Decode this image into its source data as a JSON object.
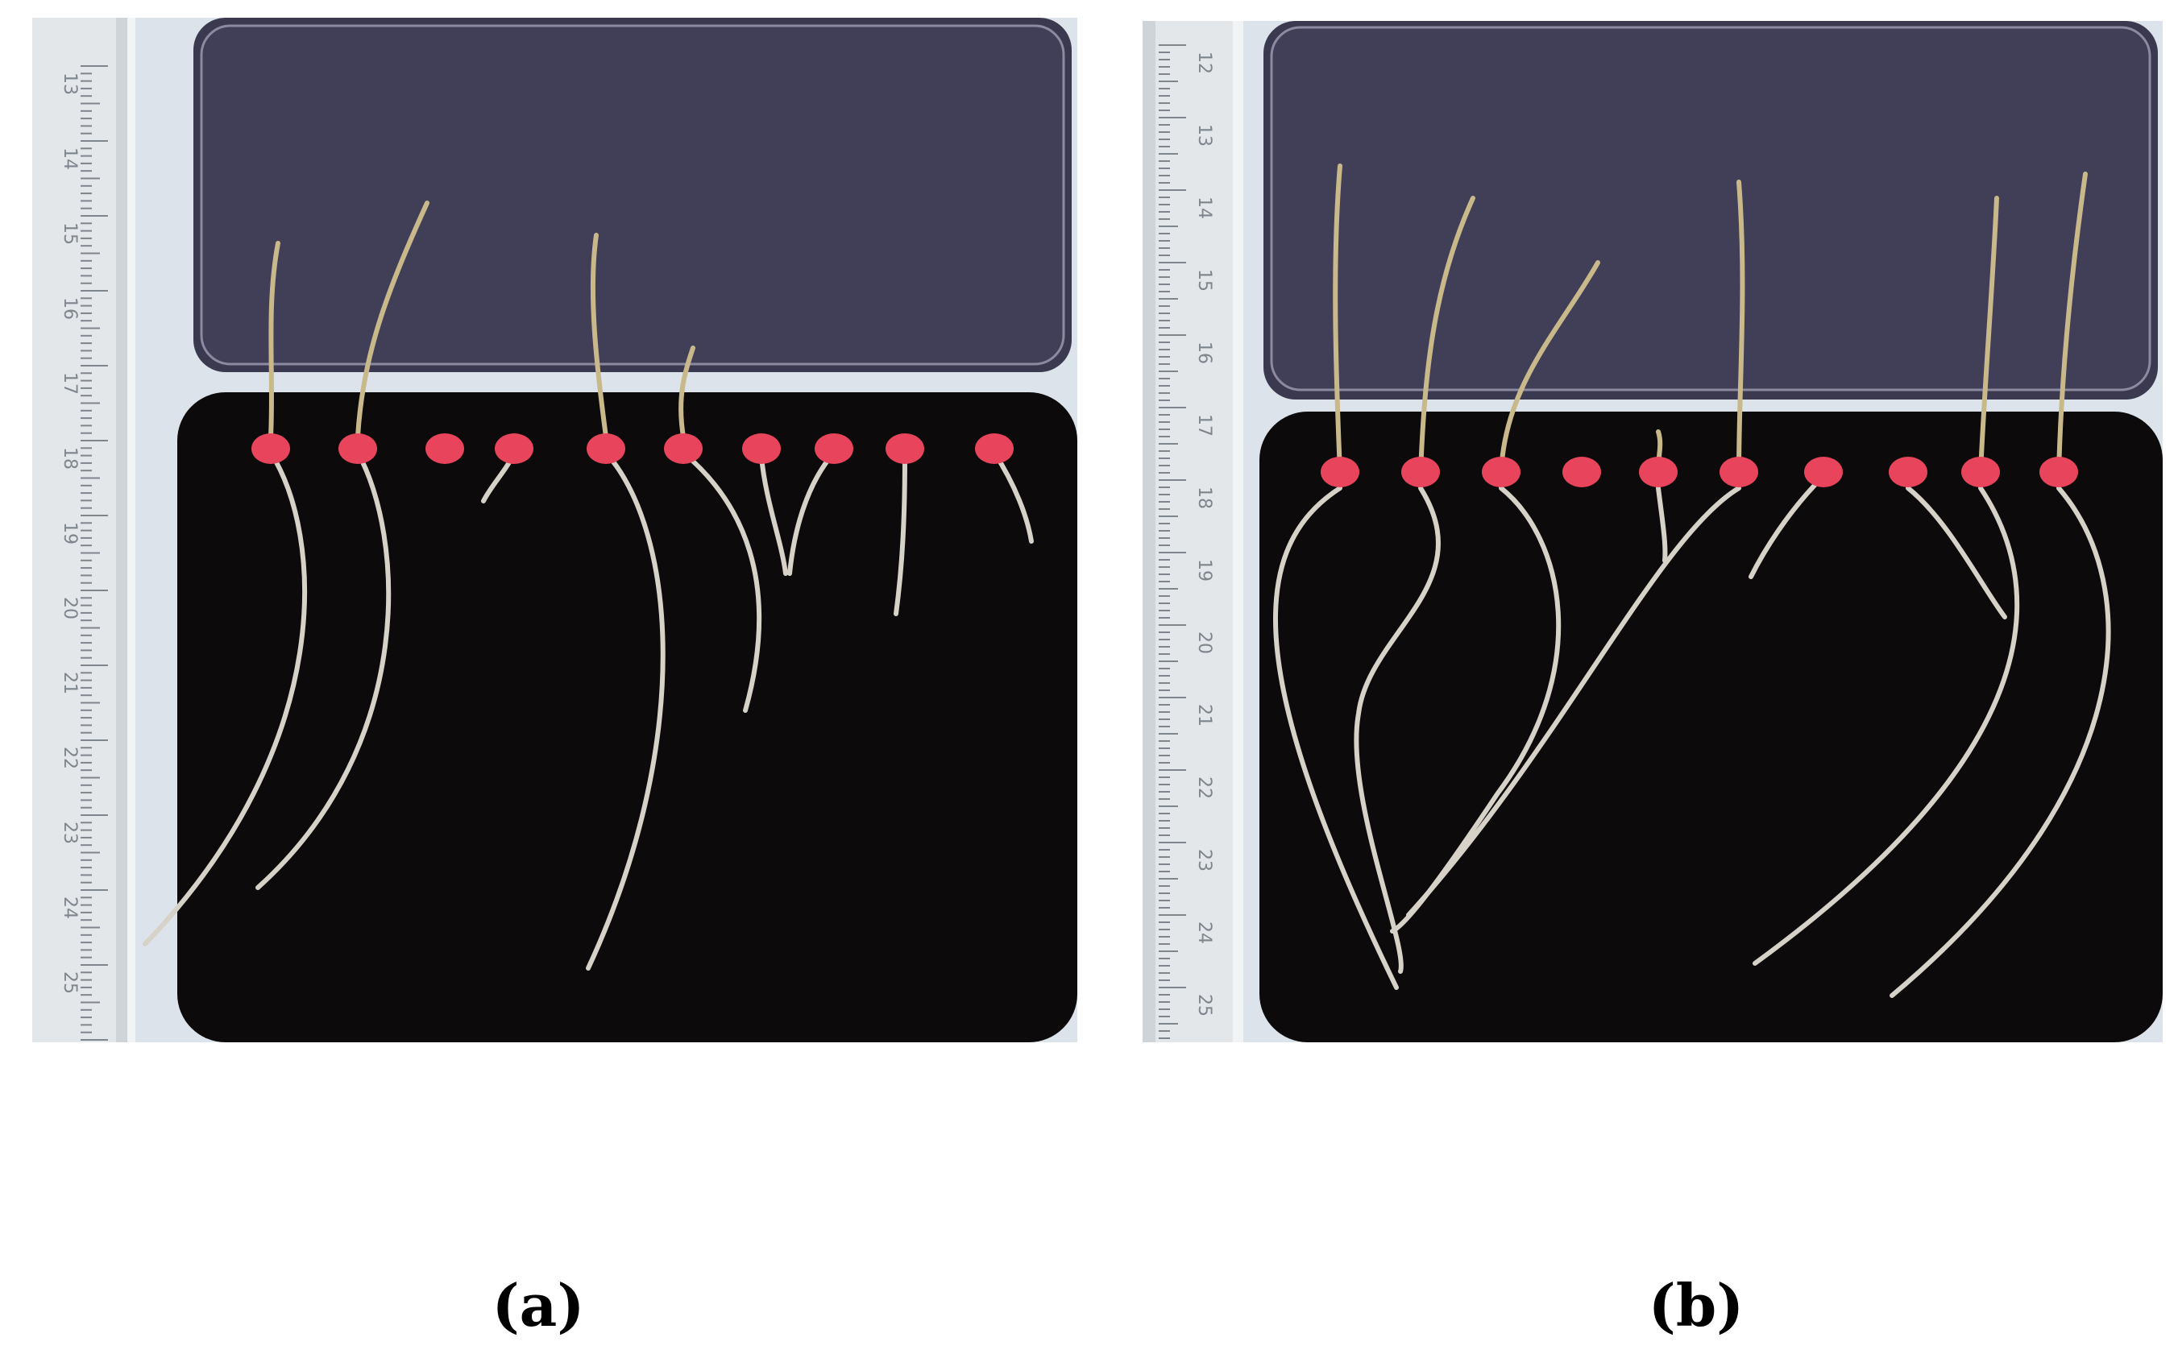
{
  "panels": [
    {
      "id": "a",
      "caption": "(a)",
      "seeds_total": 10,
      "colors": {
        "tray": "#0c0a0b",
        "lid": "#3b3950",
        "seed": "#e8455c",
        "root": "#d6d2c8",
        "ruler": "#e4e7ea"
      }
    },
    {
      "id": "b",
      "caption": "(b)",
      "seeds_total": 10,
      "colors": {
        "tray": "#0c0a0b",
        "lid": "#3b3950",
        "seed": "#e8455c",
        "root": "#d6d2c8",
        "ruler": "#e4e7ea"
      }
    }
  ],
  "ruler_a_labels": [
    "13",
    "14",
    "15",
    "16",
    "17",
    "18",
    "19",
    "20",
    "21",
    "22",
    "23",
    "24",
    "25"
  ],
  "ruler_b_labels": [
    "12",
    "13",
    "14",
    "15",
    "16",
    "17",
    "18",
    "19",
    "20",
    "21",
    "22",
    "23",
    "24",
    "25"
  ]
}
